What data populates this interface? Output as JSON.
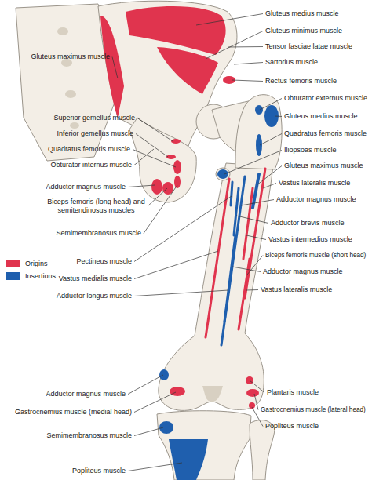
{
  "diagram": {
    "labels": [
      "Gluteus medius muscle",
      "Gluteus minimus muscle",
      "Tensor fasciae latae muscle",
      "Gluteus maximus muscle",
      "Sartorius muscle",
      "Rectus femoris muscle",
      "Obturator externus muscle",
      "Superior gemellus muscle",
      "Gluteus medius muscle",
      "Inferior gemellus muscle",
      "Quadratus femoris muscle",
      "Quadratus femoris muscle",
      "Iliopsoas muscle",
      "Obturator internus muscle",
      "Gluteus maximus muscle",
      "Vastus lateralis muscle",
      "Adductor magnus muscle",
      "Adductor magnus muscle",
      "Biceps femoris (long head) and semitendinosus muscles",
      "Adductor brevis muscle",
      "Semimembranosus muscle",
      "Vastus intermedius muscle",
      "Biceps femoris muscle (short head)",
      "Pectineus muscle",
      "Adductor magnus muscle",
      "Vastus medialis muscle",
      "Vastus lateralis muscle",
      "Adductor longus muscle",
      "Plantaris muscle",
      "Adductor magnus muscle",
      "Gastrocnemius muscle (lateral head)",
      "Gastrocnemius muscle (medial head)",
      "Popliteus muscle",
      "Semimembranosus muscle",
      "Popliteus muscle"
    ],
    "legend": [
      {
        "text": "Origins",
        "color": "#e0344e"
      },
      {
        "text": "Insertions",
        "color": "#1f5fae"
      }
    ]
  }
}
